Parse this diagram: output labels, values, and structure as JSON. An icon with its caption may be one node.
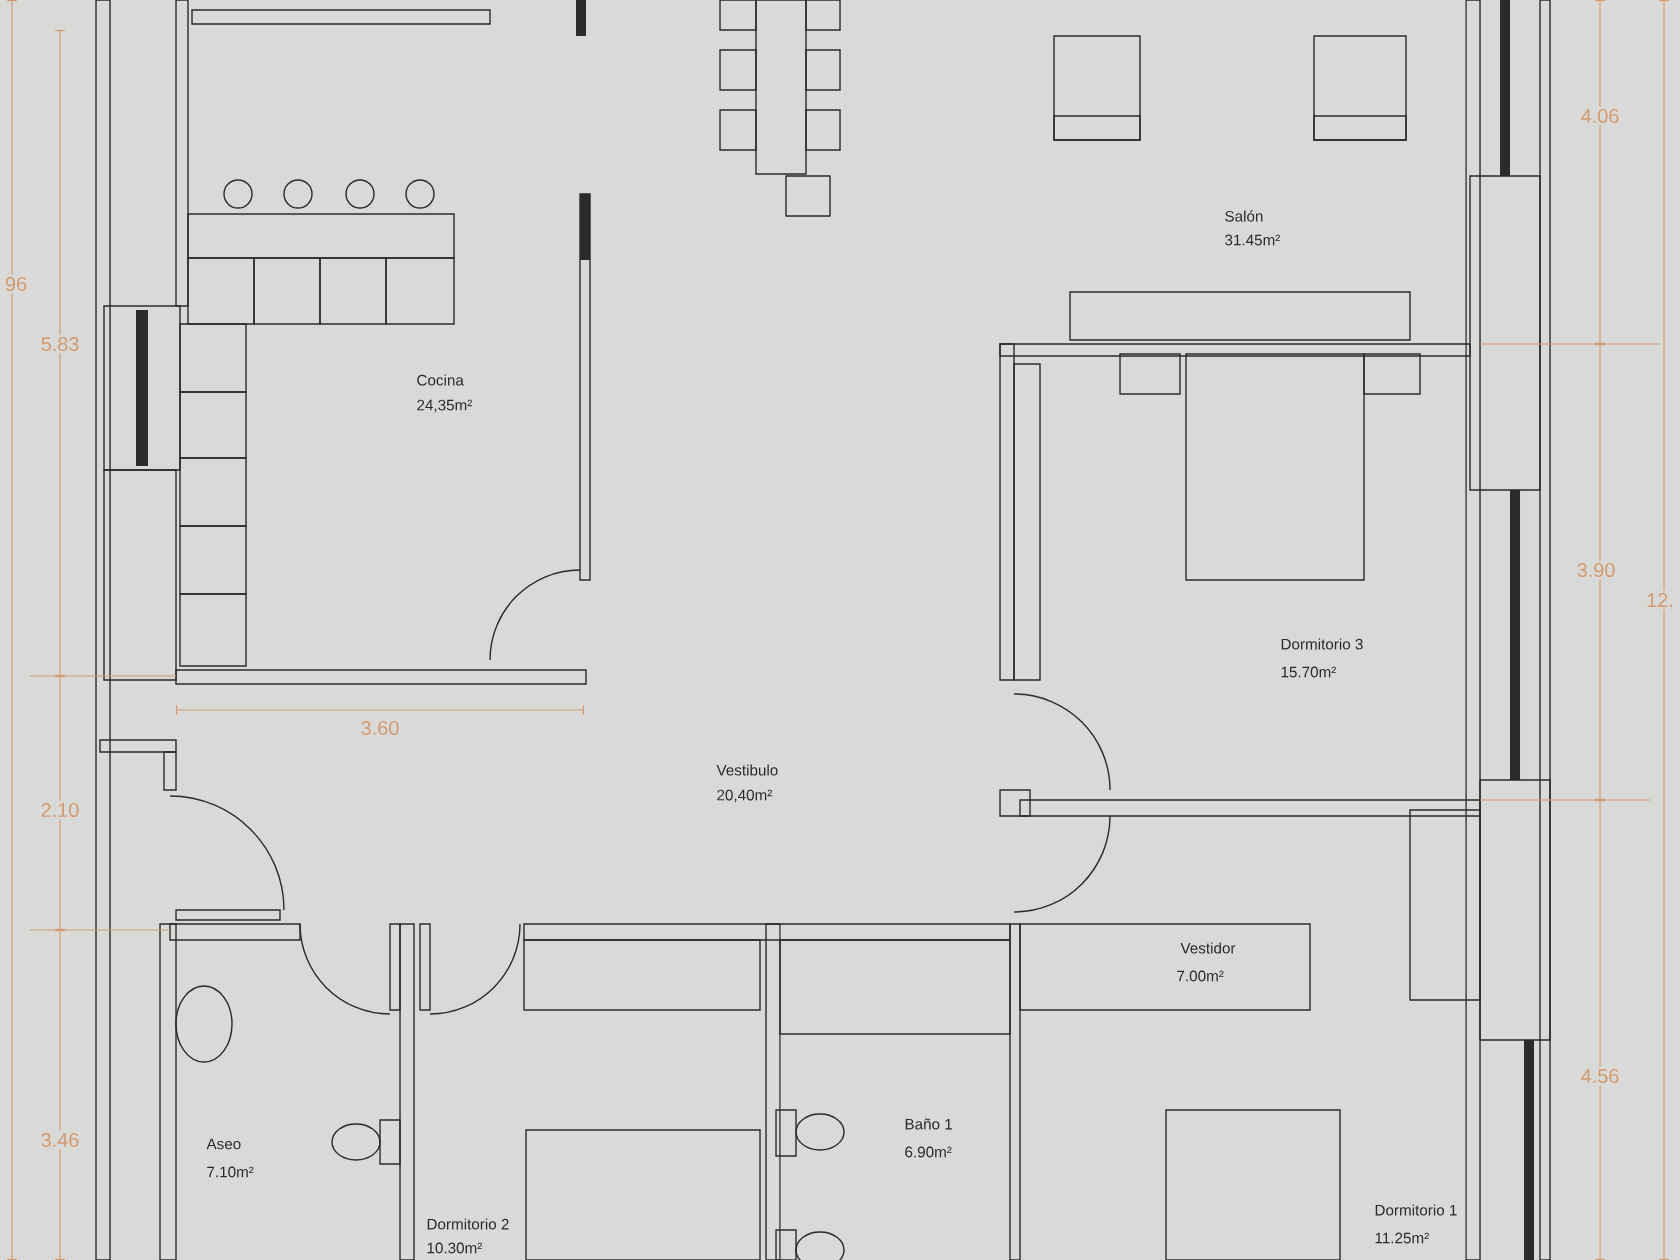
{
  "diagram": {
    "labels": [
      "4.06",
      "Salón",
      "31.45m²",
      "96",
      "5.83",
      "Cocina",
      "24,35m²",
      "Dormitorio 3",
      "15.70m²",
      "3.90",
      "12.",
      "3.60",
      "Vestibulo",
      "20,40m²",
      "2.10",
      "Vestidor",
      "7.00m²",
      "Aseo",
      "7.10m²",
      "Baño 1",
      "6.90m²",
      "3.46",
      "4.56",
      "Dormitorio 1",
      "11.25m²",
      "Dormitorio 2",
      "10.30m²"
    ]
  }
}
